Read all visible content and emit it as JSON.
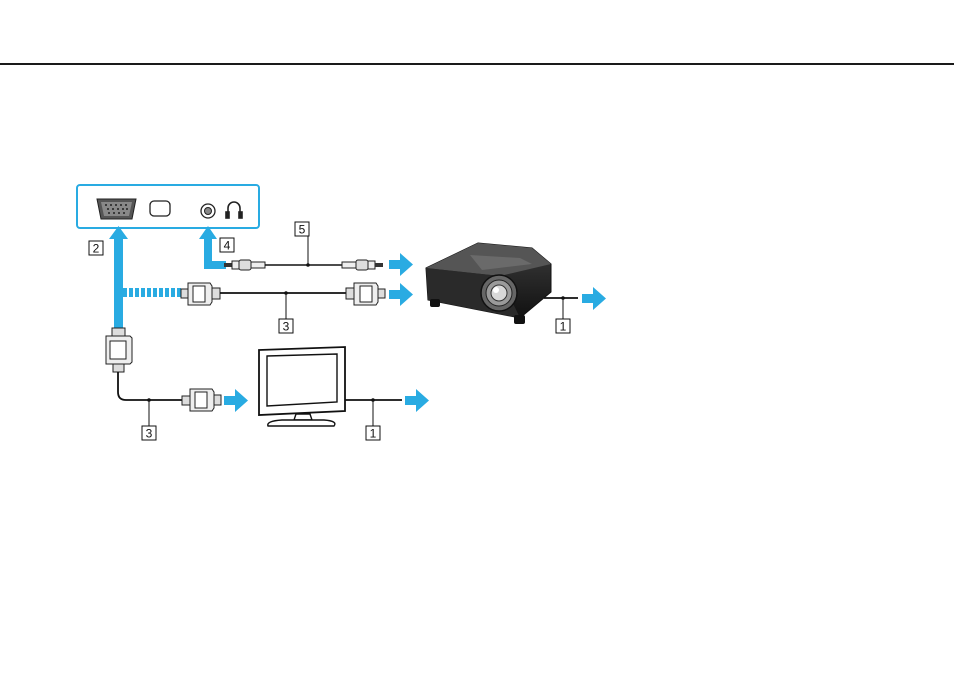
{
  "colors": {
    "arrow": "#29abe2",
    "panel_border": "#29abe2",
    "line": "#111111",
    "device_gray": "#4a4a4a"
  },
  "icons": [
    "vga-port-icon",
    "hdmi-port-icon",
    "audio-jack-icon",
    "headphone-icon",
    "vga-plug-icon",
    "audio-plug-icon",
    "projector-icon",
    "monitor-icon",
    "flow-arrow-icon"
  ],
  "callouts": {
    "power_projector": "1",
    "power_monitor": "1",
    "vga_port": "2",
    "vga_cable_projector": "3",
    "vga_cable_monitor": "3",
    "audio_port": "4",
    "audio_cable": "5"
  }
}
